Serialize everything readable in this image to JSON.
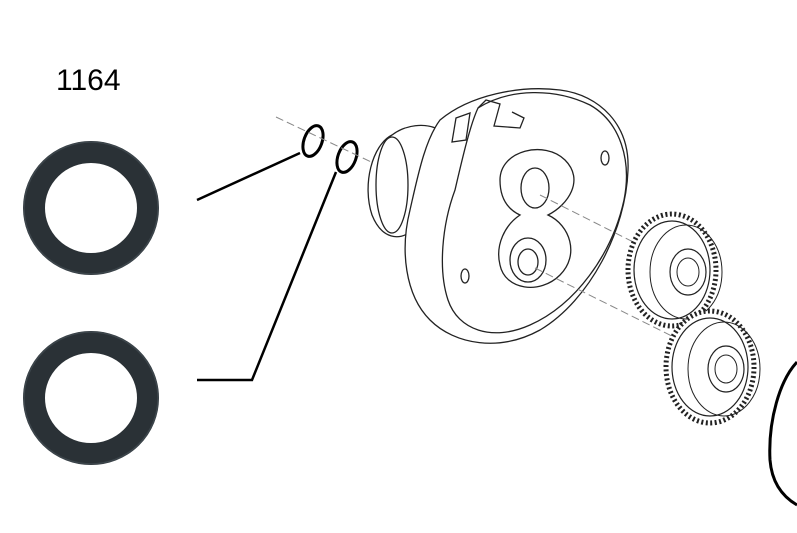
{
  "part_number": "1164",
  "colors": {
    "oring": "#2a3136",
    "oring_highlight": "#4a545a",
    "line": "#000000",
    "outline": "#222222",
    "background": "#ffffff"
  },
  "callouts": [
    {
      "item": "o-ring-upper"
    },
    {
      "item": "o-ring-lower"
    }
  ]
}
